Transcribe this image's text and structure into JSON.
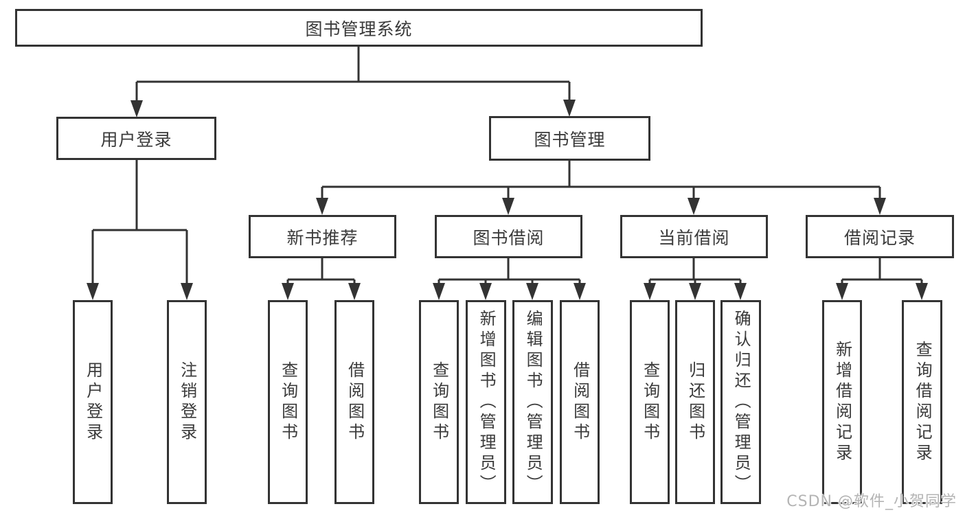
{
  "tree": {
    "root": {
      "label": "图书管理系统"
    },
    "children": [
      {
        "label": "用户登录",
        "children": [
          {
            "label": "用户登录"
          },
          {
            "label": "注销登录"
          }
        ]
      },
      {
        "label": "图书管理",
        "children": [
          {
            "label": "新书推荐",
            "children": [
              {
                "label": "查询图书"
              },
              {
                "label": "借阅图书"
              }
            ]
          },
          {
            "label": "图书借阅",
            "children": [
              {
                "label": "查询图书"
              },
              {
                "label": "新增图书（管理员）"
              },
              {
                "label": "编辑图书（管理员）"
              },
              {
                "label": "借阅图书"
              }
            ]
          },
          {
            "label": "当前借阅",
            "children": [
              {
                "label": "查询图书"
              },
              {
                "label": "归还图书"
              },
              {
                "label": "确认归还（管理员）"
              }
            ]
          },
          {
            "label": "借阅记录",
            "children": [
              {
                "label": "新增借阅记录"
              },
              {
                "label": "查询借阅记录"
              }
            ]
          }
        ]
      }
    ]
  },
  "watermark": {
    "text": "CSDN @软件_小贺同学"
  },
  "colors": {
    "line": "#333333",
    "text": "#3a3a3a",
    "background": "#ffffff",
    "watermark": "#b4b4b4"
  }
}
